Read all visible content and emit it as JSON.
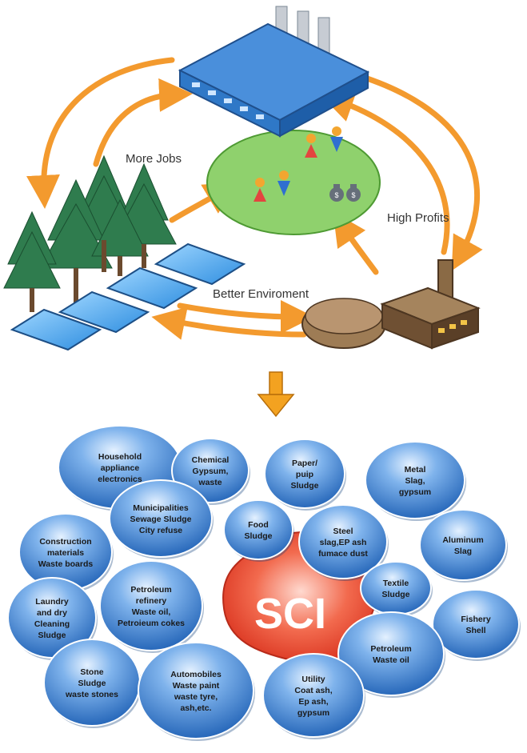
{
  "cycle": {
    "labels": {
      "more_jobs": "More Jobs",
      "high_profits": "High Profits",
      "better_environment": "Better Enviroment"
    },
    "icons": [
      "factory-icon",
      "forest-icon",
      "solar-panel-icon",
      "plant-icon",
      "people-icon",
      "money-bag-icon"
    ],
    "colors": {
      "arrow": "#f39a2e",
      "lawn": "#8fd16d",
      "factory": "#2f78c7",
      "plant": "#8a6a45"
    }
  },
  "center": {
    "label": "SCI",
    "color": "#e8442e"
  },
  "industries": [
    {
      "lines": [
        "Household",
        "appliance",
        "electronics"
      ]
    },
    {
      "lines": [
        "Chemical",
        "Gypsum,",
        "waste"
      ]
    },
    {
      "lines": [
        "Paper/",
        "puip",
        "Sludge"
      ]
    },
    {
      "lines": [
        "Metal",
        "Slag,",
        "gypsum"
      ]
    },
    {
      "lines": [
        "Construction",
        "materials",
        "Waste boards"
      ]
    },
    {
      "lines": [
        "Municipalities",
        "Sewage Sludge",
        "City refuse"
      ]
    },
    {
      "lines": [
        "Food",
        "Sludge"
      ]
    },
    {
      "lines": [
        "Steel",
        "slag,EP ash",
        "fumace dust"
      ]
    },
    {
      "lines": [
        "Aluminum",
        "Slag"
      ]
    },
    {
      "lines": [
        "Laundry",
        "and dry",
        "Cleaning",
        "Sludge"
      ]
    },
    {
      "lines": [
        "Petroleum",
        "refinery",
        "Waste oil,",
        "Petroieum cokes"
      ]
    },
    {
      "lines": [
        "Textile",
        "Sludge"
      ]
    },
    {
      "lines": [
        "Fishery",
        "Shell"
      ]
    },
    {
      "lines": [
        "Petroleum",
        "Waste oil"
      ]
    },
    {
      "lines": [
        "Stone",
        "Sludge",
        "waste stones"
      ]
    },
    {
      "lines": [
        "Automobiles",
        "Waste paint",
        "waste tyre,",
        "ash,etc."
      ]
    },
    {
      "lines": [
        "Utility",
        "Coat ash,",
        "Ep ash,",
        "gypsum"
      ]
    }
  ]
}
